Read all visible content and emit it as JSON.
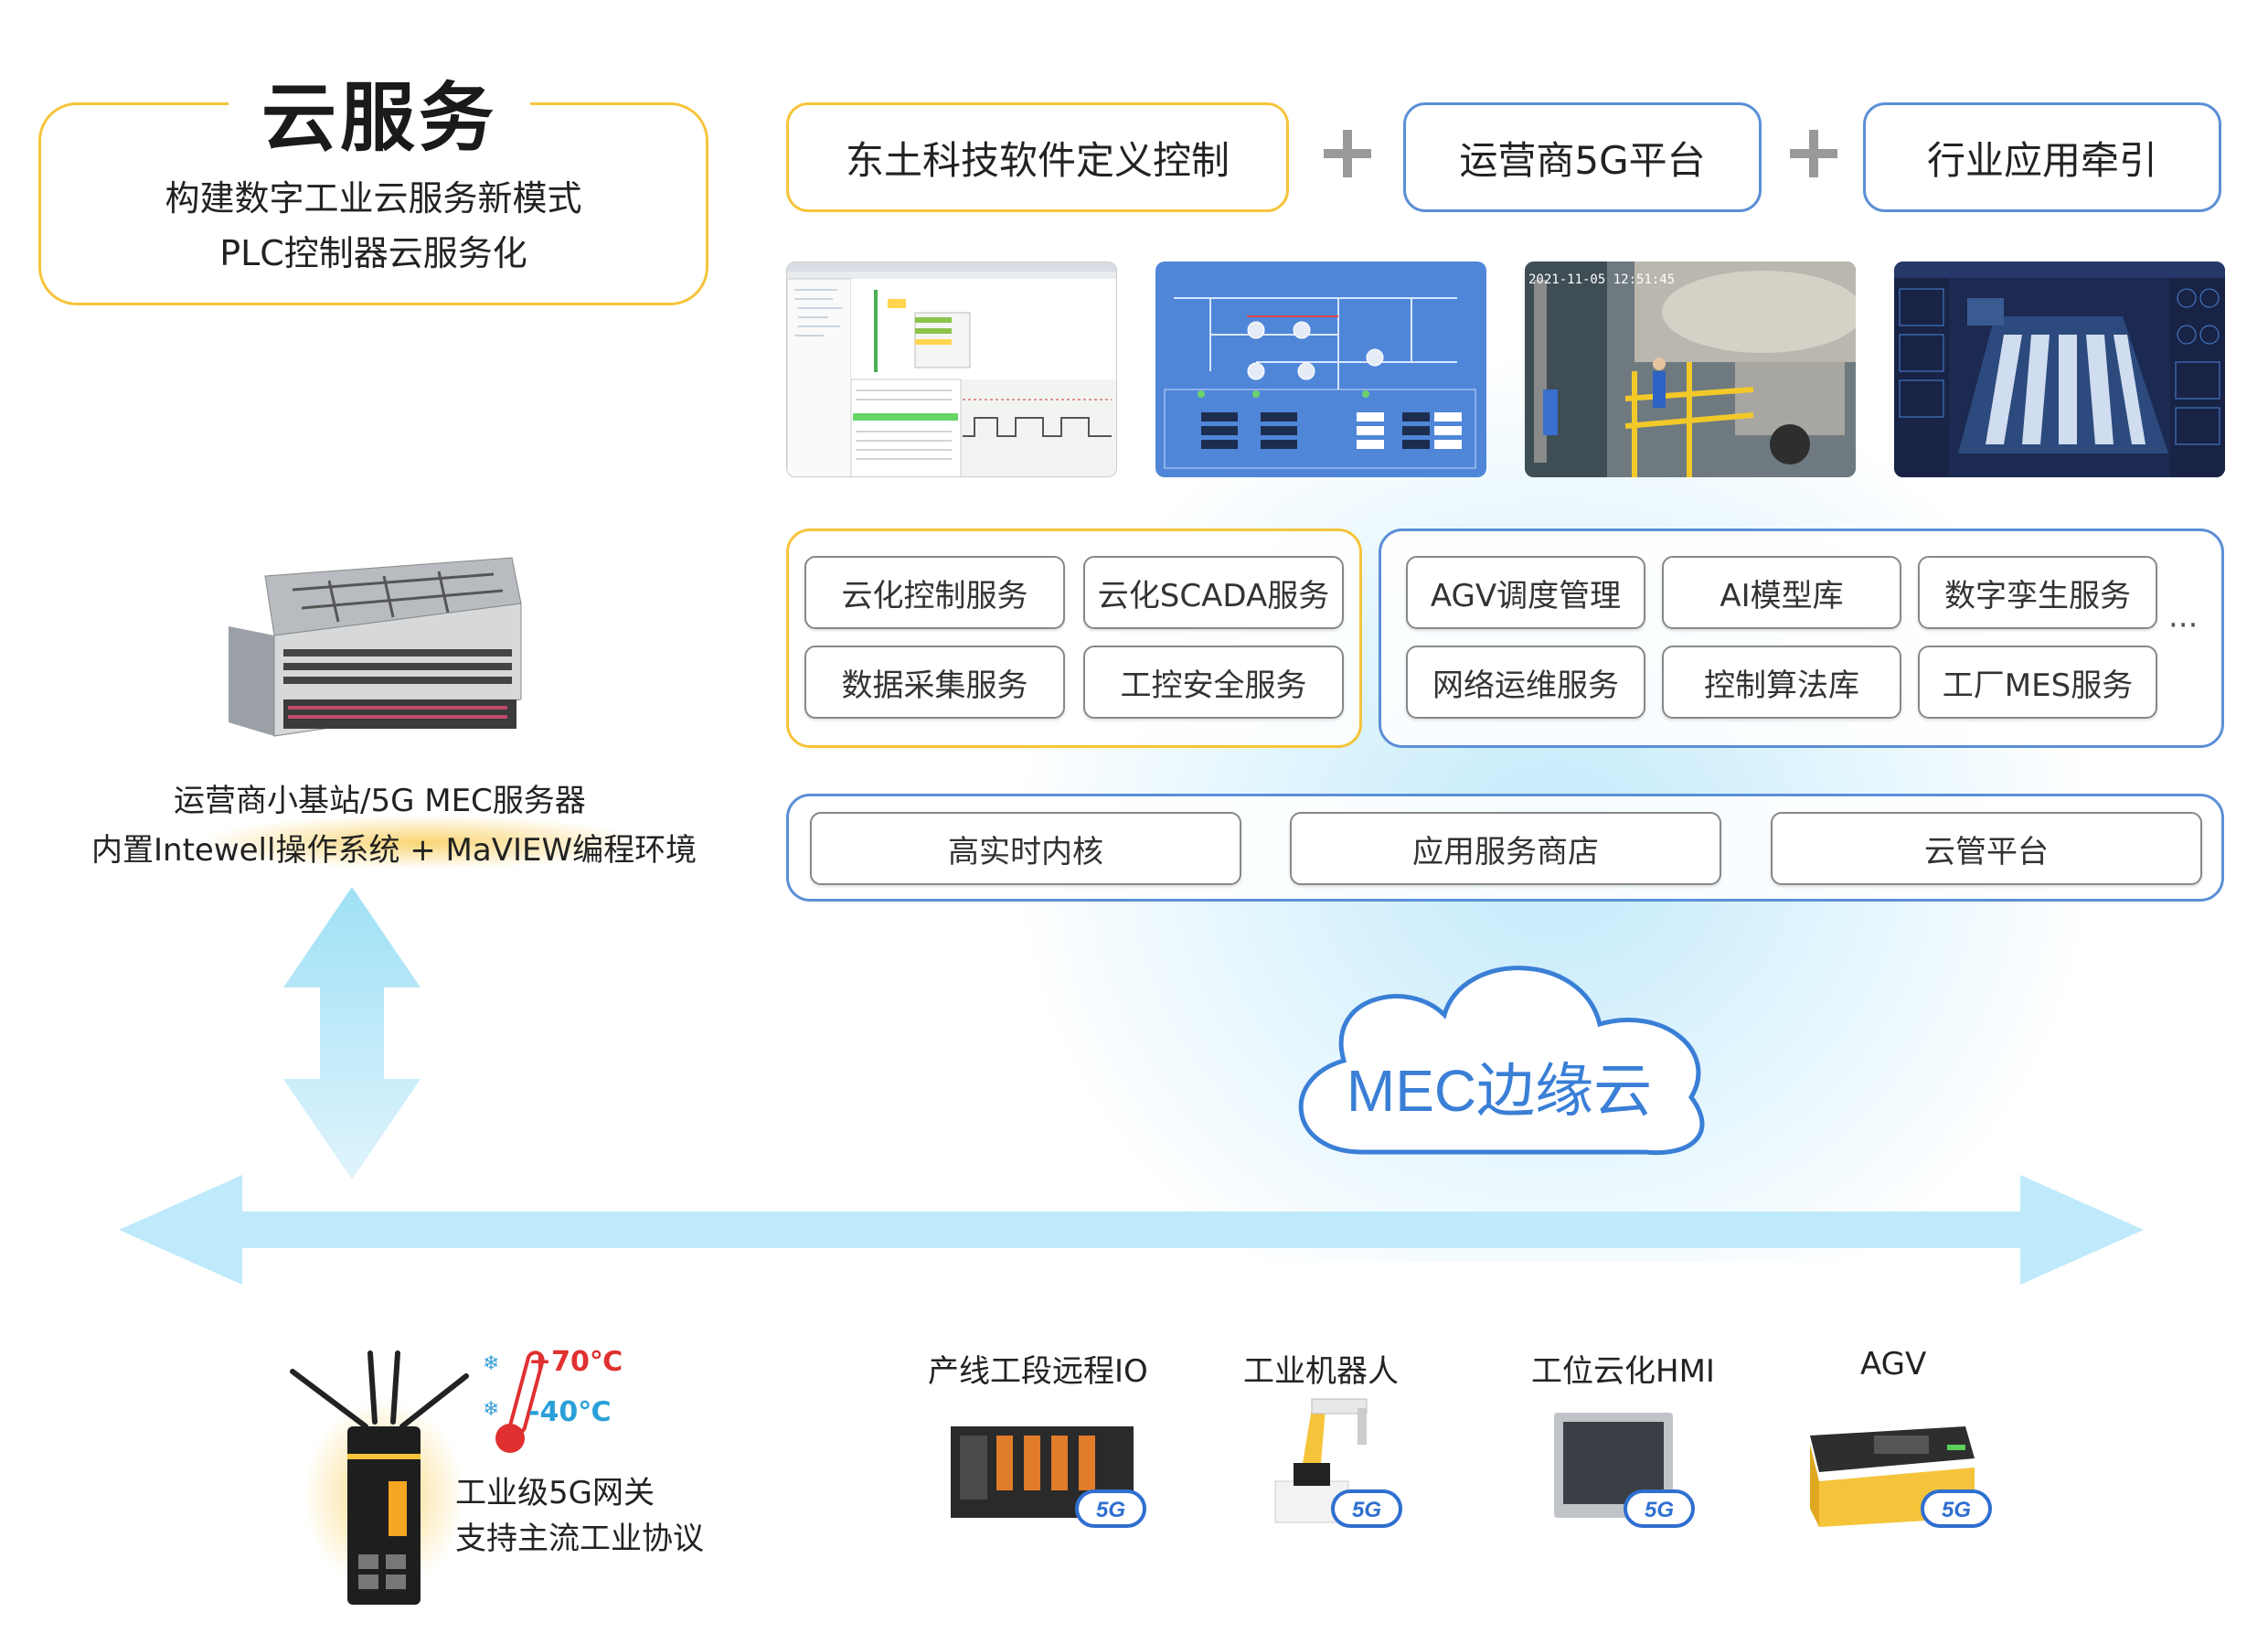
{
  "cloud_service": {
    "title": "云服务",
    "line1": "构建数字工业云服务新模式",
    "line2": "PLC控制器云服务化"
  },
  "top_pills": [
    {
      "label": "东土科技软件定义控制",
      "border": "#f5c43a"
    },
    {
      "label": "运营商5G平台",
      "border": "#5b8fd6"
    },
    {
      "label": "行业应用牵引",
      "border": "#5b8fd6"
    }
  ],
  "screenshot_overlay": {
    "timestamp": "2021-11-05 12:51:45"
  },
  "left_services": [
    "云化控制服务",
    "云化SCADA服务",
    "数据采集服务",
    "工控安全服务"
  ],
  "right_services": [
    "AGV调度管理",
    "AI模型库",
    "数字孪生服务",
    "网络运维服务",
    "控制算法库",
    "工厂MES服务"
  ],
  "right_more": "···",
  "platform_services": [
    "高实时内核",
    "应用服务商店",
    "云管平台"
  ],
  "server": {
    "line1": "运营商小基站/5G MEC服务器",
    "line2": "内置Intewell操作系统 + MaVIEW编程环境"
  },
  "cloud": {
    "label": "MEC边缘云"
  },
  "gateway": {
    "line1": "工业级5G网关",
    "line2": "支持主流工业协议",
    "temp_high": "+70℃",
    "temp_low": "-40℃"
  },
  "devices": [
    {
      "label": "产线工段远程IO",
      "badge": "5G"
    },
    {
      "label": "工业机器人",
      "badge": "5G"
    },
    {
      "label": "工位云化HMI",
      "badge": "5G"
    },
    {
      "label": "AGV",
      "badge": "5G"
    }
  ],
  "colors": {
    "yellow": "#f5c43a",
    "blue": "#5b8fd6",
    "light_blue": "#bfeafb",
    "cloud_text": "#3a7fd6"
  }
}
